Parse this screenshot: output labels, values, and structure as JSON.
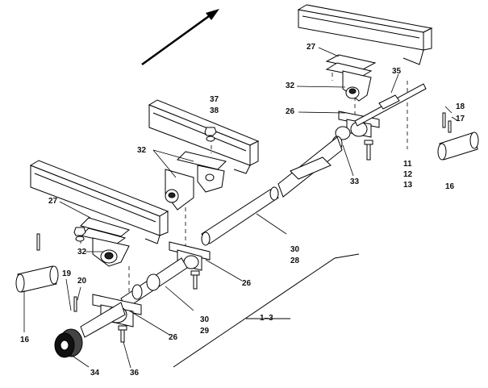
{
  "labels": {
    "l27a": "27",
    "l32a": "32",
    "l35": "35",
    "l26a": "26",
    "l18": "18",
    "l17": "17",
    "l11": "11",
    "l12": "12",
    "l13": "13",
    "l16a": "16",
    "l33": "33",
    "l37": "37",
    "l38": "38",
    "l32b": "32",
    "l27b": "27",
    "l32c": "32",
    "l30a": "30",
    "l28": "28",
    "l26b": "26",
    "l19": "19",
    "l20": "20",
    "l16b": "16",
    "l30b": "30",
    "l29": "29",
    "l26c": "26",
    "l13range": "1–3",
    "l34": "34",
    "l36": "36"
  }
}
